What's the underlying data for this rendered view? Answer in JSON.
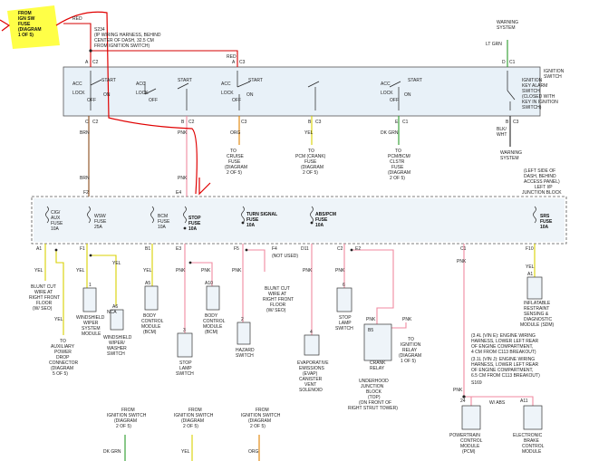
{
  "colors": {
    "red": "#d40000",
    "pink": "#f08aa0",
    "yellow": "#d8d000",
    "green": "#2a9a2a",
    "orange": "#e08000",
    "brown": "#8a4a1a",
    "black": "#222222",
    "highlight": "#ffff33",
    "annotation": "#e00000",
    "panel": "#e8f1f8"
  },
  "labels": {
    "from_ign_fuse": [
      "FROM",
      "IGN SW",
      "FUSE",
      "(DIAGRAM",
      "1 OF 5)"
    ],
    "red_top": "RED",
    "splice": [
      "S234",
      "(IP WIRING HARNESS, BEHIND",
      "CENTER OF DASH, 32.5 CM",
      "FROM IGNITION SWITCH)"
    ],
    "red_a": "RED",
    "warning_system_top": [
      "WARNING",
      "SYSTEM"
    ],
    "lt_grn": "LT GRN",
    "ign_switch_title": [
      "IGNITION",
      "SWITCH"
    ],
    "key_alarm": [
      "IGNITION",
      "KEY ALARM",
      "SWITCH",
      "(CLOSED WITH",
      "KEY IN IGNITION",
      "SWITCH)"
    ],
    "acc": "ACC",
    "lock": "LOCK",
    "off": "OFF",
    "on": "ON",
    "start": "START",
    "brn": "BRN",
    "pnk": "PNK",
    "org": "ORG",
    "yel": "YEL",
    "dk_grn": "DK GRN",
    "blk_wht": [
      "BLK/",
      "WHT"
    ],
    "to_cruise": [
      "TO",
      "CRUISE",
      "FUSE",
      "(DIAGRAM",
      "2 OF 5)"
    ],
    "to_pcm_crank": [
      "TO",
      "PCM (CRANK)",
      "FUSE",
      "(DIAGRAM",
      "2 OF 5)"
    ],
    "to_pcm_bcm": [
      "TO",
      "PCM/BCM/",
      "CLSTR",
      "FUSE",
      "(DIAGRAM",
      "2 OF 5)"
    ],
    "warning_system_bottom": [
      "WARNING",
      "SYSTEM"
    ],
    "junction_block": [
      "(LEFT SIDE OF",
      "DASH, BEHIND",
      "ACCESS PANEL)",
      "LEFT I/P",
      "JUNCTION BLOCK"
    ],
    "fuse_cig": [
      "CIG/",
      "AUX",
      "FUSE",
      "10A"
    ],
    "fuse_wsw": [
      "WSW",
      "FUSE",
      "25A"
    ],
    "fuse_bcm": [
      "BCM",
      "FUSE",
      "10A"
    ],
    "fuse_stop": [
      "STOP",
      "FUSE",
      "10A"
    ],
    "fuse_turn": [
      "TURN SIGNAL",
      "FUSE",
      "10A"
    ],
    "fuse_abs": [
      "ABS/PCM",
      "FUSE",
      "10A"
    ],
    "fuse_srs": [
      "SRS",
      "FUSE",
      "10A"
    ],
    "not_used": "(NOT USED)",
    "blunt_cut_1": [
      "BLUNT CUT",
      "WIRE AT",
      "RIGHT FRONT",
      "FLOOR",
      "(W/ SEO)"
    ],
    "to_aux_power": [
      "TO",
      "AUXILIARY",
      "POWER",
      "DROP",
      "CONNECTOR",
      "(DIAGRAM",
      "5 OF 5)"
    ],
    "windshield_wiper": [
      "WINDSHIELD",
      "WIPER",
      "SYSTEM",
      "MODULE"
    ],
    "windshield_washer": [
      "WINDSHIELD",
      "WIPER/",
      "WASHER",
      "SWITCH"
    ],
    "nca": "NCA",
    "bcm_module_1": [
      "BODY",
      "CONTROL",
      "MODULE",
      "(BCM)"
    ],
    "bcm_module_2": [
      "BODY",
      "CONTROL",
      "MODULE",
      "(BCM)"
    ],
    "stop_lamp_switch_1": [
      "STOP",
      "LAMP",
      "SWITCH"
    ],
    "hazard_switch": [
      "HAZARD",
      "SWITCH"
    ],
    "blunt_cut_2": [
      "BLUNT CUT",
      "WIRE AT",
      "RIGHT FRONT",
      "FLOOR",
      "(W/ SEO)"
    ],
    "evap": [
      "EVAPORATIVE",
      "EMISSIONS",
      "(EVAP)",
      "CANISTER",
      "VENT",
      "SOLENOID"
    ],
    "stop_lamp_switch_2": [
      "STOP",
      "LAMP",
      "SWITCH"
    ],
    "crank_relay": [
      "CRANK",
      "RELAY"
    ],
    "to_ignition_relay": [
      "TO",
      "IGNITION",
      "RELAY",
      "(DIAGRAM",
      "1 OF 5)"
    ],
    "underhood": [
      "UNDERHOOD",
      "JUNCTION",
      "BLOCK",
      "(TOP)",
      "(ON FRONT OF",
      "RIGHT STRUT TOWER)"
    ],
    "inflatable": [
      "INFLATABLE",
      "RESTRAINT",
      "SENSING &",
      "DIAGNOSTIC",
      "MODULE (SDM)"
    ],
    "harness_notes": [
      "(3.4L (VIN E): ENGINE WIRING",
      "HARNESS, LOWER LEFT REAR",
      "OF ENGINE COMPARTMENT,",
      "4 CM FROM C113 BREAKOUT)",
      "(3.1L (VIN J): ENGINE WIRING",
      "HARNESS, LOWER LEFT REAR",
      "OF ENGINE COMPARTMENT,",
      "6.5 CM FROM C113 BREAKOUT)"
    ],
    "s169": "S169",
    "w_abs": "W/ ABS",
    "pcm": [
      "POWERTRAIN",
      "CONTROL",
      "MODULE",
      "(PCM)"
    ],
    "ebcm": [
      "ELECTRONIC",
      "BRAKE",
      "CONTROL",
      "MODULE"
    ],
    "from_ign_switch_1": [
      "FROM",
      "IGNITION SWITCH",
      "(DIAGRAM",
      "2 OF 5)"
    ],
    "from_ign_switch_2": [
      "FROM",
      "IGNITION SWITCH",
      "(DIAGRAM",
      "2 OF 5)"
    ],
    "from_ign_switch_3": [
      "FROM",
      "IGNITION SWITCH",
      "(DIAGRAM",
      "2 OF 5)"
    ],
    "bottom_dk_grn": "DK GRN",
    "bottom_yel": "YEL",
    "bottom_org": "ORG",
    "conn": {
      "c2": "C2",
      "c1": "C1",
      "c3": "C3",
      "a": "A",
      "b": "B",
      "c": "C",
      "d": "D",
      "e": "E",
      "f2": "F2",
      "e4": "E4",
      "e3": "E3",
      "a1": "A1",
      "f1": "F1",
      "b1": "B1",
      "f5": "F5",
      "f4": "F4",
      "d11": "D11",
      "c2b": "C2",
      "e2": "E2",
      "c1b": "C1",
      "f10": "F10",
      "a5": "A5",
      "a10": "A10",
      "a6": "A6",
      "b5": "B5",
      "a11": "A11",
      "a1b": "A1",
      "n24": "24",
      "n1": "1",
      "n3": "3",
      "n2": "2",
      "n6": "6",
      "n4": "4"
    }
  }
}
